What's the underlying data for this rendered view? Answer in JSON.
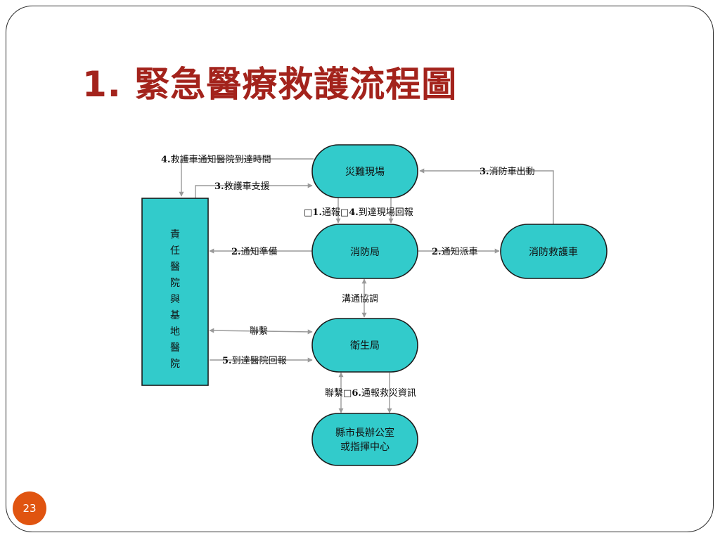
{
  "slide": {
    "title": "1. 緊急醫療救護流程圖",
    "page_number": "23"
  },
  "colors": {
    "title": "#a3231c",
    "node_fill": "#32cbcb",
    "arrow": "#9a9a9a",
    "badge": "#e05410"
  },
  "nodes": {
    "scene": "災難現場",
    "fire_dept": "消防局",
    "health_bureau": "衛生局",
    "county_office_line1": "縣市長辦公室",
    "county_office_line2": "或指揮中心",
    "fire_ambulance": "消防救護車",
    "hospital_chars": [
      "責",
      "任",
      "醫",
      "院",
      "與",
      "基",
      "地",
      "醫",
      "院"
    ]
  },
  "edges": {
    "notify_arrival_time": {
      "num": "4.",
      "text": "救護車通知醫院到達時間"
    },
    "ambulance_support": {
      "num": "3.",
      "text": "救護車支援"
    },
    "fire_truck_dispatch": {
      "num": "3.",
      "text": "消防車出動"
    },
    "report_and_arrival": {
      "box1": "□",
      "num1": "1.",
      "text1": "通報",
      "box2": "□",
      "num2": "4.",
      "text2": "到達現場回報"
    },
    "notify_prepare": {
      "num": "2.",
      "text": "通知準備"
    },
    "notify_dispatch": {
      "num": "2.",
      "text": "通知派車"
    },
    "coordination": "溝通協調",
    "liaison": "聯繫",
    "arrival_report": {
      "num": "5.",
      "text": "到達醫院回報"
    },
    "liaison_info": {
      "text1": "聯繫",
      "box": "□",
      "num": "6.",
      "text2": "通報救災資訊"
    }
  }
}
